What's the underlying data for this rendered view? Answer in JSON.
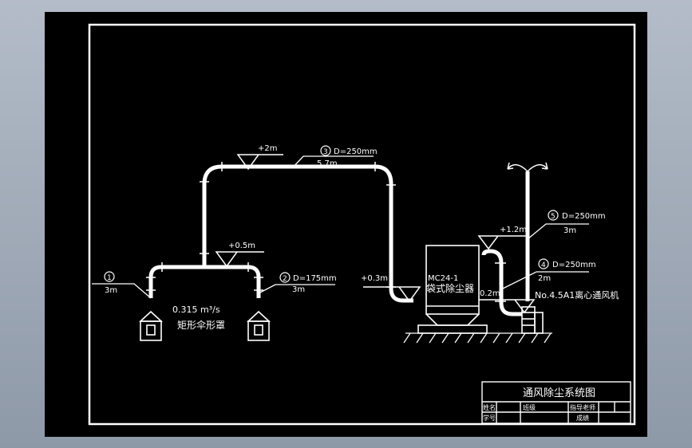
{
  "drawing": {
    "colors": {
      "background": "#000000",
      "line": "#ffffff",
      "frame_outer": "#b3bcc8"
    },
    "labels": {
      "elev_top": "+2m",
      "pipe3_num": "3",
      "pipe3_diam": "D=250mm",
      "pipe3_len": "5.7m",
      "elev_mid": "+0.5m",
      "pipe1_num": "1",
      "pipe1_len": "3m",
      "pipe2_num": "2",
      "pipe2_diam": "D=175mm",
      "pipe2_len": "3m",
      "flow_rate": "0.315 m³/s",
      "hood": "矩形伞形罩",
      "elev_inlet": "+0.3m",
      "collector_model": "MC24-1",
      "collector_name": "袋式除尘器",
      "elev_fan_top": "+1.2m",
      "pipe5_num": "5",
      "pipe5_diam": "D=250mm",
      "pipe5_len": "3m",
      "pipe4_num": "4",
      "pipe4_diam": "D=250mm",
      "pipe4_len": "2m",
      "elev_fan_bottom": "0.2m",
      "fan": "No.4.5A1离心通风机"
    },
    "title_block": {
      "title": "通风除尘系统图",
      "name_label": "姓名",
      "class_label": "班级",
      "advisor_label": "指导老师",
      "id_label": "学号",
      "grade_label": "成绩"
    }
  }
}
